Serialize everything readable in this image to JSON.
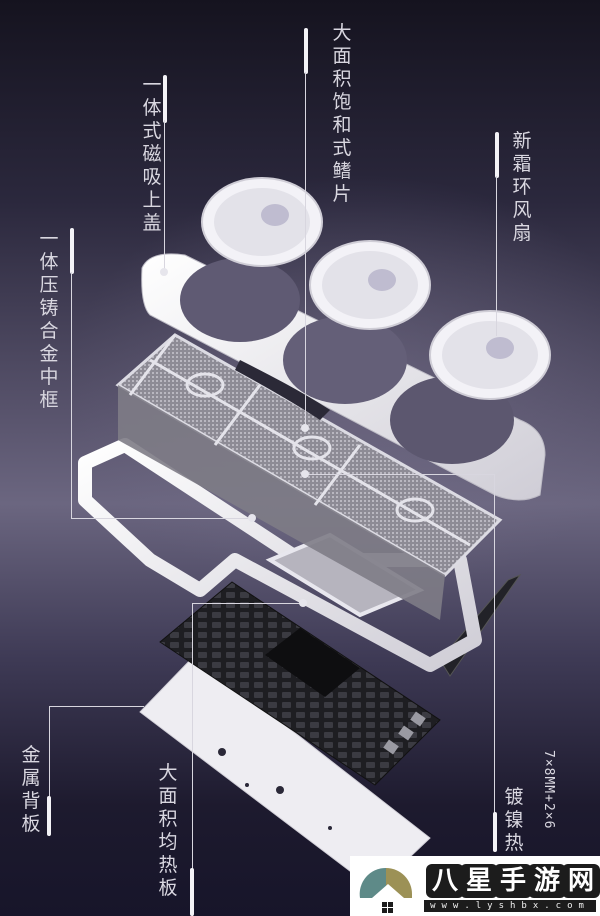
{
  "image": {
    "subject": "Exploded view of a white triple-fan graphics card",
    "background_colors": [
      "#15131f",
      "#58536c",
      "#6b6680",
      "#1d1a2e"
    ]
  },
  "callouts": [
    {
      "id": "magnetic-top-cover",
      "label": "一体式磁吸上盖"
    },
    {
      "id": "large-fin-heatsink",
      "label": "大面积饱和式鳍片"
    },
    {
      "id": "new-frost-ring-fans",
      "label": "新霜环风扇"
    },
    {
      "id": "die-cast-midframe",
      "label": "一体压铸合金中框"
    },
    {
      "id": "metal-backplate",
      "label": "金属背板"
    },
    {
      "id": "vapor-chamber-plate",
      "label": "大面积均热板"
    },
    {
      "id": "nickel-heatpipes",
      "label": "镀镍热",
      "spec": "7×8MM+2×6"
    }
  ],
  "watermark": {
    "brand_chars": [
      "八",
      "星",
      "手",
      "游",
      "网"
    ],
    "url": "www.lyshbx.com",
    "colors": {
      "teal": "#5e8a88",
      "olive": "#9c9156",
      "dark": "#1c1c1c"
    }
  }
}
